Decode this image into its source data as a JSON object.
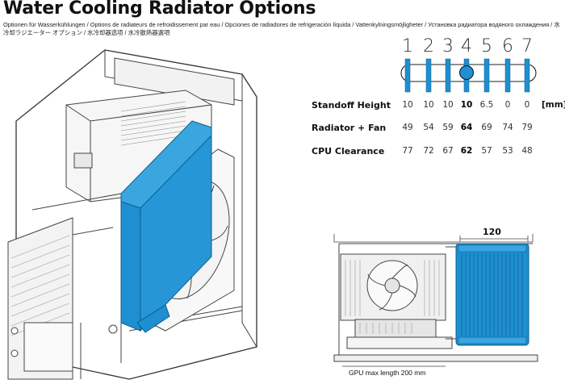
{
  "title": "Water Cooling Radiator Options",
  "subtitle": "Optionen für Wasserkühlungen / Options de radiateurs de refroidissement par eau / Opciones de radiadores de refrigeración líquida / Vattenkylningsmöjligheter / Установка радиатора водяного охлаждения / 水冷却ラジエーター オプション / 水冷却器选项 / 水冷散熱器選項",
  "accent_color": "#1e8fd0",
  "positions": [
    "1",
    "2",
    "3",
    "4",
    "5",
    "6",
    "7"
  ],
  "selected_position": "4",
  "table": {
    "unit": "[mm]",
    "rows": [
      {
        "label": "Standoff Height",
        "values": [
          "10",
          "10",
          "10",
          "10",
          "6.5",
          "0",
          "0"
        ]
      },
      {
        "label": "Radiator + Fan",
        "values": [
          "49",
          "54",
          "59",
          "64",
          "69",
          "74",
          "79"
        ]
      },
      {
        "label": "CPU Clearance",
        "values": [
          "77",
          "72",
          "67",
          "62",
          "57",
          "53",
          "48"
        ]
      }
    ]
  },
  "radiator_size_label": "120",
  "gpu_max_length_label": "GPU max length 200 mm"
}
